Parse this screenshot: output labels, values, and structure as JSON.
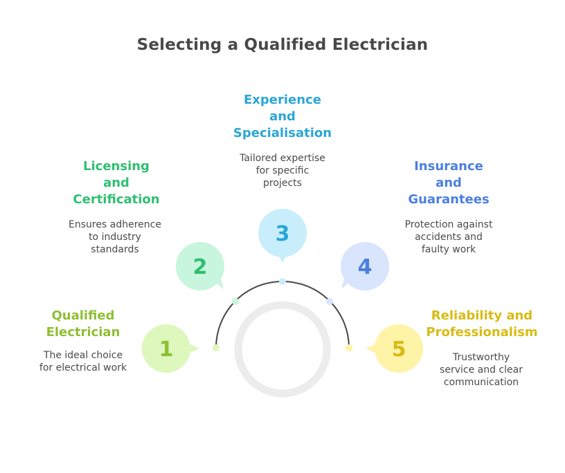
{
  "title": "Selecting a Qualified Electrician",
  "colors": {
    "track": "#ececec",
    "arc": "#474747"
  },
  "steps": [
    {
      "number": "1",
      "heading_lines": [
        "Qualified",
        "Electrician"
      ],
      "desc_lines": [
        "The ideal choice",
        "for electrical work"
      ],
      "color": "#8dbf33",
      "fill": "#ddf7bc"
    },
    {
      "number": "2",
      "heading_lines": [
        "Licensing",
        "and",
        "Certification"
      ],
      "desc_lines": [
        "Ensures adherence",
        "to industry",
        "standards"
      ],
      "color": "#2fbf72",
      "fill": "#c7f5dd"
    },
    {
      "number": "3",
      "heading_lines": [
        "Experience",
        "and",
        "Specialisation"
      ],
      "desc_lines": [
        "Tailored expertise",
        "for specific",
        "projects"
      ],
      "color": "#2aa6d6",
      "fill": "#c9eefb"
    },
    {
      "number": "4",
      "heading_lines": [
        "Insurance",
        "and",
        "Guarantees"
      ],
      "desc_lines": [
        "Protection against",
        "accidents and",
        "faulty work"
      ],
      "color": "#4a7fe0",
      "fill": "#d8e5fc"
    },
    {
      "number": "5",
      "heading_lines": [
        "Reliability and",
        "Professionalism"
      ],
      "desc_lines": [
        "Trustworthy",
        "service and clear",
        "communication"
      ],
      "color": "#d8bb13",
      "fill": "#fff3a8"
    }
  ]
}
